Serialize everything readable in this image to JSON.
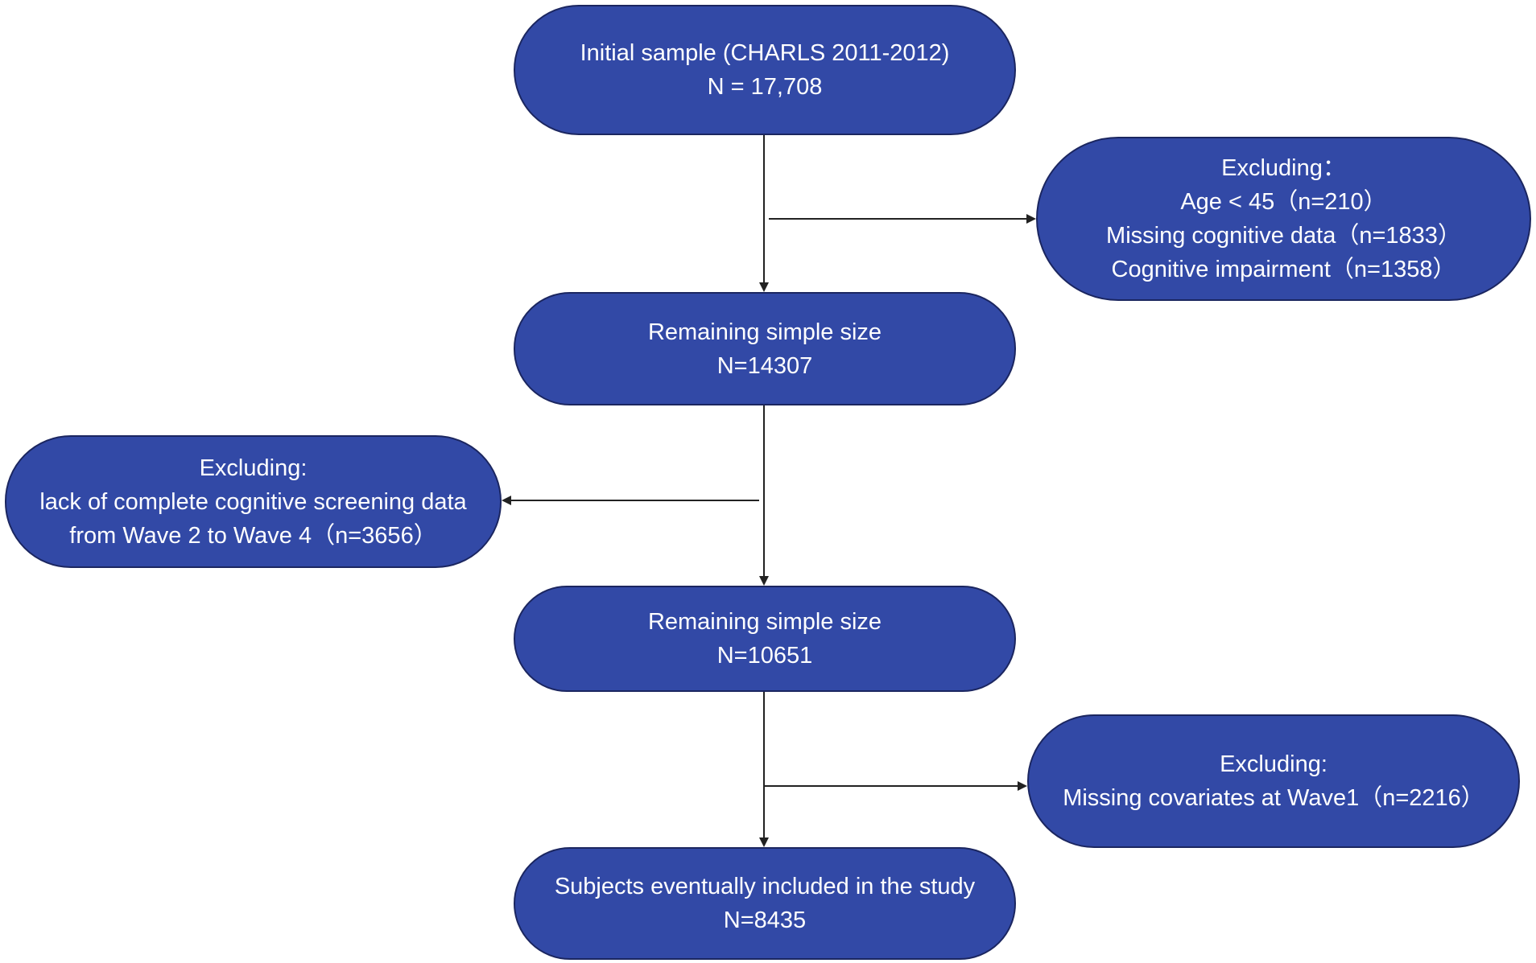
{
  "nodes": {
    "initial": {
      "lines": [
        "Initial sample (CHARLS 2011-2012)",
        "N = 17,708"
      ]
    },
    "exclusion1": {
      "lines": [
        "Excluding：",
        "Age < 45（n=210）",
        "Missing cognitive data（n=1833）",
        "Cognitive impairment（n=1358）"
      ]
    },
    "remaining1": {
      "lines": [
        "Remaining simple size",
        "N=14307"
      ]
    },
    "exclusion2": {
      "lines": [
        "Excluding:",
        "lack of complete cognitive screening data",
        "from Wave 2 to Wave 4（n=3656）"
      ]
    },
    "remaining2": {
      "lines": [
        "Remaining simple size",
        "N=10651"
      ]
    },
    "exclusion3": {
      "lines": [
        "Excluding:",
        "Missing covariates at Wave1（n=2216）"
      ]
    },
    "final": {
      "lines": [
        "Subjects eventually included in the study",
        "N=8435"
      ]
    }
  },
  "edges": [
    {
      "from": "initial",
      "to": "remaining1"
    },
    {
      "from": "initial",
      "to": "exclusion1"
    },
    {
      "from": "remaining1",
      "to": "remaining2"
    },
    {
      "from": "remaining1",
      "to": "exclusion2"
    },
    {
      "from": "remaining2",
      "to": "final"
    },
    {
      "from": "remaining2",
      "to": "exclusion3"
    }
  ],
  "colors": {
    "box_fill": "#3249a6",
    "box_border": "#1b2660",
    "text": "#ffffff",
    "arrow": "#222222"
  }
}
